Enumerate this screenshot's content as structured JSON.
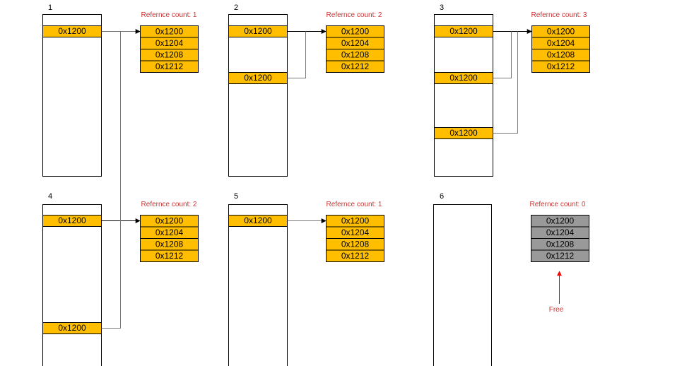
{
  "panels": [
    {
      "number": "1",
      "refcount": "Refernce count: 1",
      "pointers": [
        "0x1200"
      ],
      "heap": [
        "0x1200",
        "0x1204",
        "0x1208",
        "0x1212"
      ],
      "freed": false
    },
    {
      "number": "2",
      "refcount": "Refernce count: 2",
      "pointers": [
        "0x1200",
        "0x1200"
      ],
      "heap": [
        "0x1200",
        "0x1204",
        "0x1208",
        "0x1212"
      ],
      "freed": false
    },
    {
      "number": "3",
      "refcount": "Refernce count: 3",
      "pointers": [
        "0x1200",
        "0x1200",
        "0x1200"
      ],
      "heap": [
        "0x1200",
        "0x1204",
        "0x1208",
        "0x1212"
      ],
      "freed": false
    },
    {
      "number": "4",
      "refcount": "Refernce count: 2",
      "pointers": [
        "0x1200",
        "0x1200"
      ],
      "heap": [
        "0x1200",
        "0x1204",
        "0x1208",
        "0x1212"
      ],
      "freed": false
    },
    {
      "number": "5",
      "refcount": "Refernce count: 1",
      "pointers": [
        "0x1200"
      ],
      "heap": [
        "0x1200",
        "0x1204",
        "0x1208",
        "0x1212"
      ],
      "freed": false
    },
    {
      "number": "6",
      "refcount": "Refernce count: 0",
      "pointers": [],
      "heap": [
        "0x1200",
        "0x1204",
        "0x1208",
        "0x1212"
      ],
      "freed": true
    }
  ],
  "free_label": "Free",
  "colors": {
    "pointer_fill": "#ffbf00",
    "freed_fill": "#999999",
    "refcount_text": "#cc3333",
    "free_arrow": "#ff0000"
  }
}
